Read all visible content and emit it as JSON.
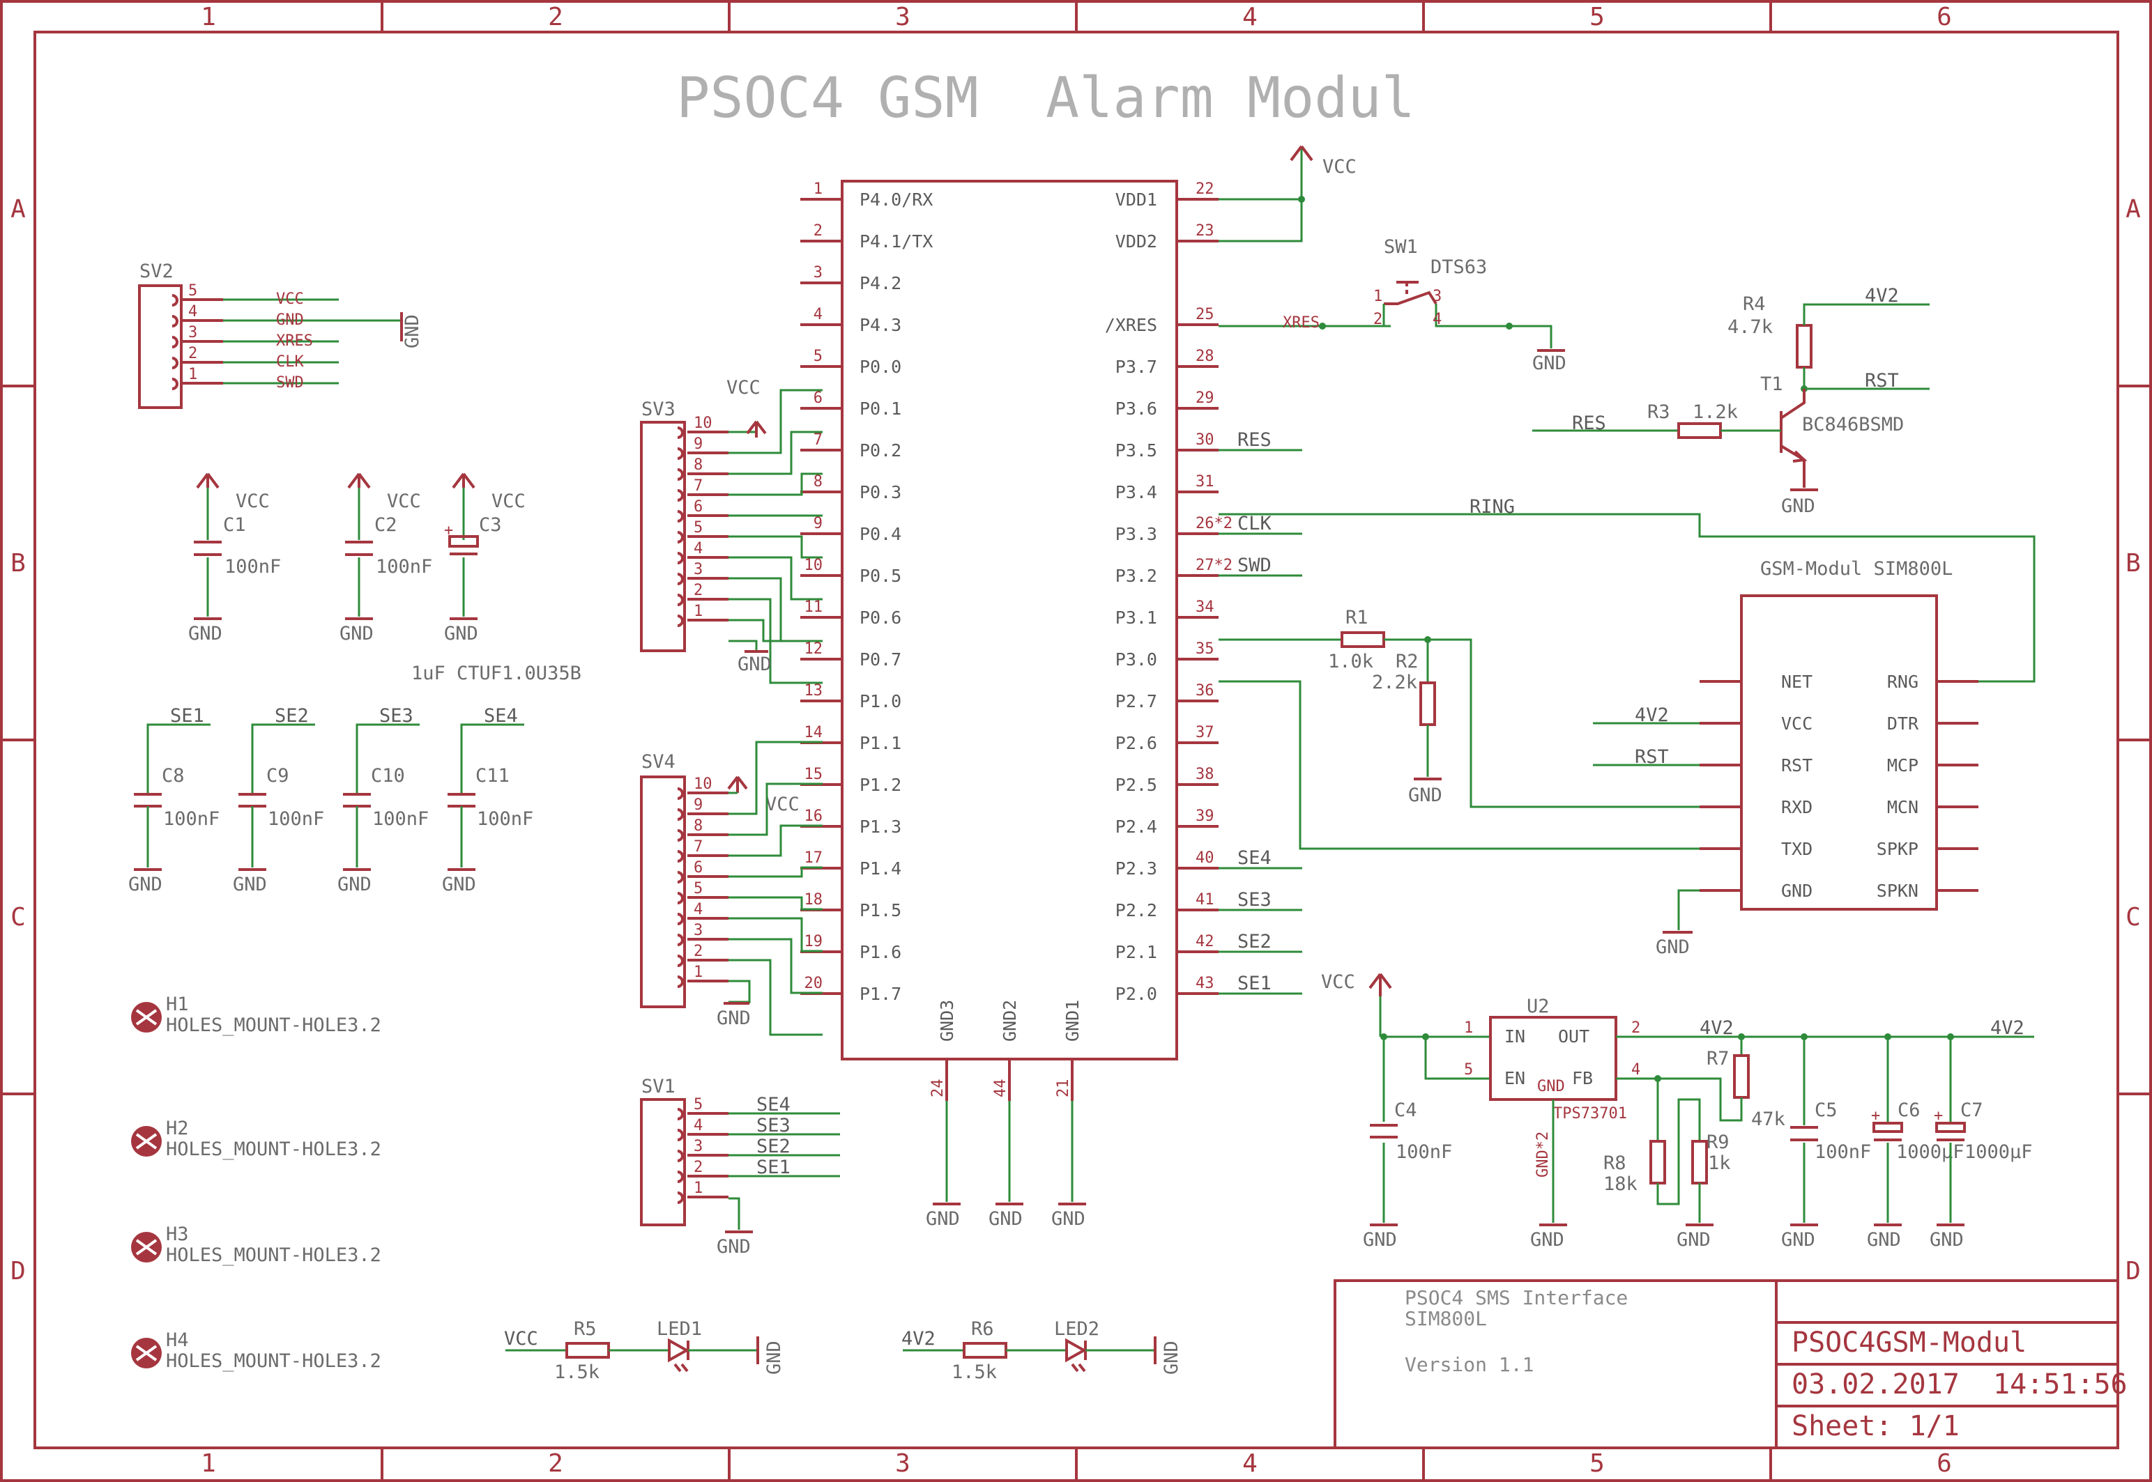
{
  "title": "PSOC4 GSM  Alarm Modul",
  "frame": {
    "columns": [
      "1",
      "2",
      "3",
      "4",
      "5",
      "6"
    ],
    "rows": [
      "A",
      "B",
      "C",
      "D"
    ]
  },
  "title_block": {
    "description": "PSOC4 SMS Interface",
    "module": "SIM800L",
    "version": "Version 1.1",
    "name": "PSOC4GSM-Modul",
    "datetime": "03.02.2017  14:51:56",
    "sheet": "Sheet: 1/1"
  },
  "mcu": {
    "left_pins": [
      {
        "num": "1",
        "name": "P4.0/RX"
      },
      {
        "num": "2",
        "name": "P4.1/TX"
      },
      {
        "num": "3",
        "name": "P4.2"
      },
      {
        "num": "4",
        "name": "P4.3"
      },
      {
        "num": "5",
        "name": "P0.0"
      },
      {
        "num": "6",
        "name": "P0.1"
      },
      {
        "num": "7",
        "name": "P0.2"
      },
      {
        "num": "8",
        "name": "P0.3"
      },
      {
        "num": "9",
        "name": "P0.4"
      },
      {
        "num": "10",
        "name": "P0.5"
      },
      {
        "num": "11",
        "name": "P0.6"
      },
      {
        "num": "12",
        "name": "P0.7"
      },
      {
        "num": "13",
        "name": "P1.0"
      },
      {
        "num": "14",
        "name": "P1.1"
      },
      {
        "num": "15",
        "name": "P1.2"
      },
      {
        "num": "16",
        "name": "P1.3"
      },
      {
        "num": "17",
        "name": "P1.4"
      },
      {
        "num": "18",
        "name": "P1.5"
      },
      {
        "num": "19",
        "name": "P1.6"
      },
      {
        "num": "20",
        "name": "P1.7"
      }
    ],
    "right_pins": [
      {
        "num": "22",
        "name": "VDD1",
        "net": ""
      },
      {
        "num": "23",
        "name": "VDD2",
        "net": ""
      },
      {
        "num": "",
        "name": "",
        "net": ""
      },
      {
        "num": "25",
        "name": "/XRES",
        "net": "XRES"
      },
      {
        "num": "28",
        "name": "P3.7",
        "net": ""
      },
      {
        "num": "29",
        "name": "P3.6",
        "net": ""
      },
      {
        "num": "30",
        "name": "P3.5",
        "net": "RES"
      },
      {
        "num": "31",
        "name": "P3.4",
        "net": "RING"
      },
      {
        "num": "26*2",
        "name": "P3.3",
        "net": "CLK"
      },
      {
        "num": "27*2",
        "name": "P3.2",
        "net": "SWD"
      },
      {
        "num": "34",
        "name": "P3.1",
        "net": ""
      },
      {
        "num": "35",
        "name": "P3.0",
        "net": ""
      },
      {
        "num": "36",
        "name": "P2.7",
        "net": ""
      },
      {
        "num": "37",
        "name": "P2.6",
        "net": ""
      },
      {
        "num": "38",
        "name": "P2.5",
        "net": ""
      },
      {
        "num": "39",
        "name": "P2.4",
        "net": ""
      },
      {
        "num": "40",
        "name": "P2.3",
        "net": "SE4"
      },
      {
        "num": "41",
        "name": "P2.2",
        "net": "SE3"
      },
      {
        "num": "42",
        "name": "P2.1",
        "net": "SE2"
      },
      {
        "num": "43",
        "name": "P2.0",
        "net": "SE1"
      }
    ],
    "bottom_pins": [
      {
        "num": "24",
        "name": "GND3"
      },
      {
        "num": "44",
        "name": "GND2"
      },
      {
        "num": "21",
        "name": "GND1"
      }
    ]
  },
  "gsm": {
    "title": "GSM-Modul SIM800L",
    "left_pins": [
      "NET",
      "VCC",
      "RST",
      "RXD",
      "TXD",
      "GND"
    ],
    "right_pins": [
      "RNG",
      "DTR",
      "MCP",
      "MCN",
      "SPKP",
      "SPKN"
    ]
  },
  "sv2": {
    "name": "SV2",
    "pins": [
      "5",
      "4",
      "3",
      "2",
      "1"
    ],
    "nets": [
      "VCC",
      "GND",
      "XRES",
      "CLK",
      "SWD"
    ]
  },
  "sv3": {
    "name": "SV3",
    "pins": [
      "10",
      "9",
      "8",
      "7",
      "6",
      "5",
      "4",
      "3",
      "2",
      "1"
    ]
  },
  "sv4": {
    "name": "SV4",
    "pins": [
      "10",
      "9",
      "8",
      "7",
      "6",
      "5",
      "4",
      "3",
      "2",
      "1"
    ]
  },
  "sv1": {
    "name": "SV1",
    "pins": [
      "5",
      "4",
      "3",
      "2",
      "1"
    ],
    "nets": [
      "SE4",
      "SE3",
      "SE2",
      "SE1"
    ]
  },
  "caps_top": [
    {
      "name": "C1",
      "value": "100nF",
      "supply": "VCC",
      "gnd": "GND"
    },
    {
      "name": "C2",
      "value": "100nF",
      "supply": "VCC",
      "gnd": "GND"
    },
    {
      "name": "C3",
      "value": "",
      "supply": "VCC",
      "gnd": "GND"
    }
  ],
  "c3_note": "1uF CTUF1.0U35B",
  "caps_se": [
    {
      "name": "C8",
      "value": "100nF",
      "net": "SE1",
      "gnd": "GND"
    },
    {
      "name": "C9",
      "value": "100nF",
      "net": "SE2",
      "gnd": "GND"
    },
    {
      "name": "C10",
      "value": "100nF",
      "net": "SE3",
      "gnd": "GND"
    },
    {
      "name": "C11",
      "value": "100nF",
      "net": "SE4",
      "gnd": "GND"
    }
  ],
  "holes": [
    {
      "name": "H1",
      "value": "HOLES_MOUNT-HOLE3.2"
    },
    {
      "name": "H2",
      "value": "HOLES_MOUNT-HOLE3.2"
    },
    {
      "name": "H3",
      "value": "HOLES_MOUNT-HOLE3.2"
    },
    {
      "name": "H4",
      "value": "HOLES_MOUNT-HOLE3.2"
    }
  ],
  "leds": [
    {
      "supply": "VCC",
      "r": "R5",
      "rval": "1.5k",
      "led": "LED1",
      "gnd": "GND"
    },
    {
      "supply": "4V2",
      "r": "R6",
      "rval": "1.5k",
      "led": "LED2",
      "gnd": "GND"
    }
  ],
  "sw1": {
    "name": "SW1",
    "value": "DTS63",
    "pins": [
      "1",
      "2",
      "3",
      "4"
    ],
    "net": "XRES",
    "gnd": "GND"
  },
  "t1": {
    "r4": "R4",
    "r4val": "4.7k",
    "net_4v2": "4V2",
    "name": "T1",
    "net_rst": "RST",
    "r3": "R3",
    "r3val": "1.2k",
    "net_res": "RES",
    "part": "BC846BSMD",
    "gnd": "GND"
  },
  "divider": {
    "r1": "R1",
    "r1val": "1.0k",
    "r2": "R2",
    "r2val": "2.2k",
    "gnd": "GND"
  },
  "gsm_nets": {
    "vcc": "4V2",
    "rst": "RST",
    "ring": "RING",
    "gnd": "GND"
  },
  "regulator": {
    "name": "U2",
    "part": "TPS73701",
    "vcc": "VCC",
    "out_net": "4V2",
    "out_net2": "4V2",
    "pins": {
      "in": "IN",
      "en": "EN",
      "out": "OUT",
      "fb": "FB",
      "gnd": "GND",
      "p1": "1",
      "p5": "5",
      "p2": "2",
      "p4": "4",
      "pgnd": "GND*2"
    },
    "c4": "C4",
    "c4val": "100nF",
    "c5": "C5",
    "c5val": "100nF",
    "c6": "C6",
    "c6val": "1000µF",
    "c7": "C7",
    "c7val": "1000µF",
    "r7": "R7",
    "r7val": "47k",
    "r8": "R8",
    "r8val": "18k",
    "r9": "R9",
    "r9val": "1k",
    "gnd": "GND"
  },
  "labels": {
    "vcc": "VCC",
    "gnd": "GND"
  }
}
